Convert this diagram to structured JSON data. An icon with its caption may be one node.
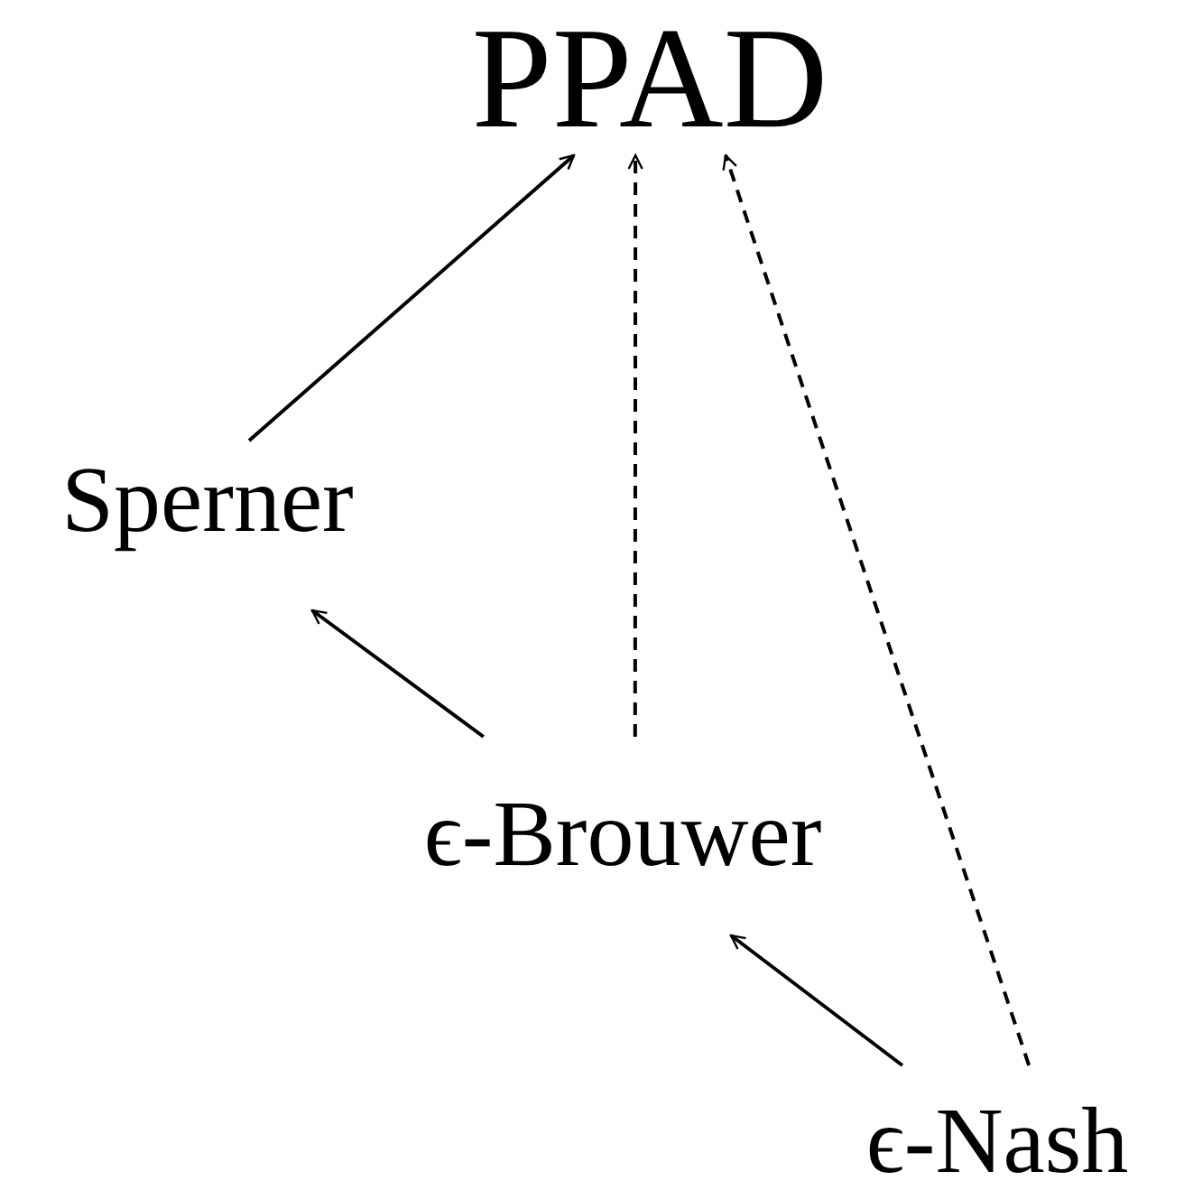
{
  "diagram": {
    "nodes": [
      {
        "text": [
          "PPAD"
        ]
      },
      {
        "text": [
          "Sperner"
        ]
      },
      {
        "text": [
          "ϵ-Brouwer"
        ]
      },
      {
        "text": [
          "ϵ-Nash"
        ]
      }
    ],
    "edges": [
      {
        "from": 1,
        "to": 0,
        "arrow": "to"
      },
      {
        "from": 2,
        "to": 0,
        "arrow": "to",
        "style": "dashed"
      },
      {
        "from": 3,
        "to": 0,
        "arrow": "to",
        "style": "dashed"
      },
      {
        "from": 2,
        "to": 1,
        "arrow": "to"
      },
      {
        "from": 3,
        "to": 2,
        "arrow": "to"
      }
    ]
  }
}
